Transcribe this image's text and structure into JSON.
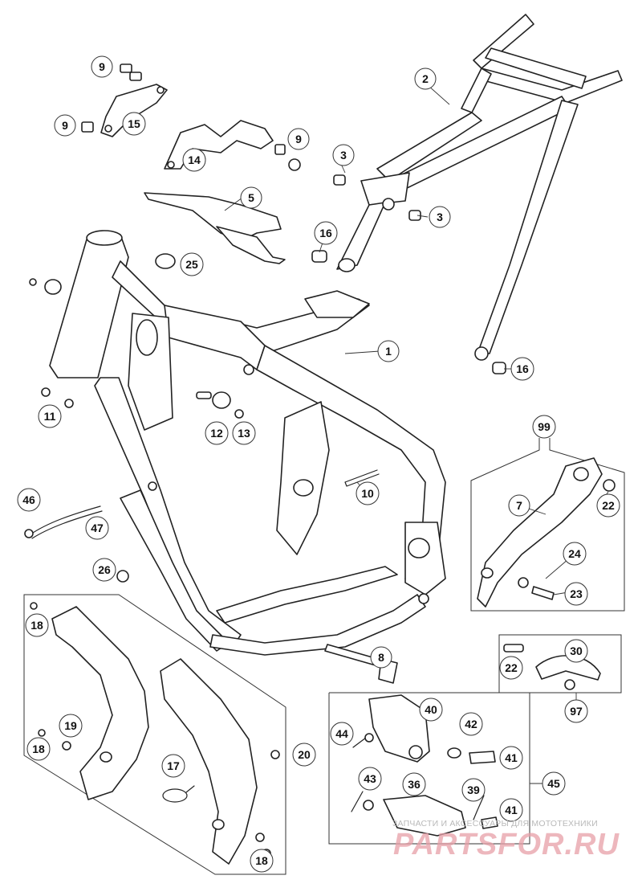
{
  "callouts": [
    {
      "id": "1",
      "text": "1"
    },
    {
      "id": "2",
      "text": "2"
    },
    {
      "id": "3a",
      "text": "3"
    },
    {
      "id": "3b",
      "text": "3"
    },
    {
      "id": "5",
      "text": "5"
    },
    {
      "id": "7",
      "text": "7"
    },
    {
      "id": "8",
      "text": "8"
    },
    {
      "id": "9a",
      "text": "9"
    },
    {
      "id": "9b",
      "text": "9"
    },
    {
      "id": "9c",
      "text": "9"
    },
    {
      "id": "10",
      "text": "10"
    },
    {
      "id": "11",
      "text": "11"
    },
    {
      "id": "12",
      "text": "12"
    },
    {
      "id": "13",
      "text": "13"
    },
    {
      "id": "14",
      "text": "14"
    },
    {
      "id": "15",
      "text": "15"
    },
    {
      "id": "16a",
      "text": "16"
    },
    {
      "id": "16b",
      "text": "16"
    },
    {
      "id": "17",
      "text": "17"
    },
    {
      "id": "18a",
      "text": "18"
    },
    {
      "id": "18b",
      "text": "18"
    },
    {
      "id": "18c",
      "text": "18"
    },
    {
      "id": "19",
      "text": "19"
    },
    {
      "id": "20",
      "text": "20"
    },
    {
      "id": "22a",
      "text": "22"
    },
    {
      "id": "22b",
      "text": "22"
    },
    {
      "id": "23",
      "text": "23"
    },
    {
      "id": "24",
      "text": "24"
    },
    {
      "id": "25",
      "text": "25"
    },
    {
      "id": "26",
      "text": "26"
    },
    {
      "id": "30",
      "text": "30"
    },
    {
      "id": "36",
      "text": "36"
    },
    {
      "id": "39",
      "text": "39"
    },
    {
      "id": "40",
      "text": "40"
    },
    {
      "id": "41a",
      "text": "41"
    },
    {
      "id": "41b",
      "text": "41"
    },
    {
      "id": "42",
      "text": "42"
    },
    {
      "id": "43",
      "text": "43"
    },
    {
      "id": "44",
      "text": "44"
    },
    {
      "id": "45",
      "text": "45"
    },
    {
      "id": "46",
      "text": "46"
    },
    {
      "id": "47",
      "text": "47"
    },
    {
      "id": "97",
      "text": "97"
    },
    {
      "id": "99",
      "text": "99"
    }
  ],
  "watermark": {
    "tagline": "ЗАПЧАСТИ И АКСЕССУАРЫ ДЛЯ МОТОТЕХНИКИ",
    "brand": "PARTSFOR.RU",
    "color": "#e8a0a8"
  }
}
